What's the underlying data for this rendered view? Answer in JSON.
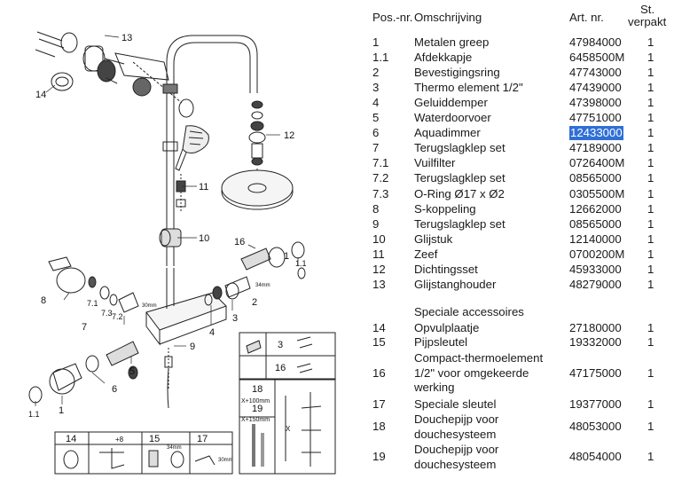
{
  "header": {
    "pos": "Pos.-nr.",
    "desc": "Omschrijving",
    "art": "Art. nr.",
    "qty1": "St.",
    "qty2": "verpakt"
  },
  "parts": [
    {
      "pos": "1",
      "desc": "Metalen greep",
      "art": "47984000",
      "qty": "1"
    },
    {
      "pos": "1.1",
      "desc": "Afdekkapje",
      "art": "6458500M",
      "qty": "1"
    },
    {
      "pos": "2",
      "desc": "Bevestigingsring",
      "art": "47743000",
      "qty": "1"
    },
    {
      "pos": "3",
      "desc": "Thermo element 1/2\"",
      "art": "47439000",
      "qty": "1"
    },
    {
      "pos": "4",
      "desc": "Geluiddemper",
      "art": "47398000",
      "qty": "1"
    },
    {
      "pos": "5",
      "desc": "Waterdoorvoer",
      "art": "47751000",
      "qty": "1"
    },
    {
      "pos": "6",
      "desc": "Aquadimmer",
      "art": "12433000",
      "qty": "1",
      "highlighted": true
    },
    {
      "pos": "7",
      "desc": "Terugslagklep set",
      "art": "47189000",
      "qty": "1"
    },
    {
      "pos": "7.1",
      "desc": "Vuilfilter",
      "art": "0726400M",
      "qty": "1"
    },
    {
      "pos": "7.2",
      "desc": "Terugslagklep set",
      "art": "08565000",
      "qty": "1"
    },
    {
      "pos": "7.3",
      "desc": "O-Ring Ø17 x Ø2",
      "art": "0305500M",
      "qty": "1"
    },
    {
      "pos": "8",
      "desc": "S-koppeling",
      "art": "12662000",
      "qty": "1"
    },
    {
      "pos": "9",
      "desc": "Terugslagklep set",
      "art": "08565000",
      "qty": "1"
    },
    {
      "pos": "10",
      "desc": "Glijstuk",
      "art": "12140000",
      "qty": "1"
    },
    {
      "pos": "11",
      "desc": "Zeef",
      "art": "0700200M",
      "qty": "1"
    },
    {
      "pos": "12",
      "desc": "Dichtingsset",
      "art": "45933000",
      "qty": "1"
    },
    {
      "pos": "13",
      "desc": "Glijstanghouder",
      "art": "48279000",
      "qty": "1"
    }
  ],
  "accessories_title": "Speciale accessoires",
  "accessories": [
    {
      "pos": "14",
      "desc": [
        "Opvulplaatje"
      ],
      "art": "27180000",
      "qty": "1"
    },
    {
      "pos": "15",
      "desc": [
        "Pijpsleutel"
      ],
      "art": "19332000",
      "qty": "1"
    },
    {
      "pos": "16",
      "desc": [
        "Compact-thermoelement",
        "1/2\" voor omgekeerde",
        "werking"
      ],
      "art": "47175000",
      "qty": "1"
    },
    {
      "pos": "17",
      "desc": [
        "Speciale sleutel"
      ],
      "art": "19377000",
      "qty": "1"
    },
    {
      "pos": "18",
      "desc": [
        "Douchepijp voor",
        "douchesysteem"
      ],
      "art": "48053000",
      "qty": "1"
    },
    {
      "pos": "19",
      "desc": [
        "Douchepijp voor",
        "douchesysteem"
      ],
      "art": "48054000",
      "qty": "1"
    }
  ],
  "diagram_labels": {
    "callouts": [
      "13",
      "14",
      "12",
      "11",
      "10",
      "16",
      "1",
      "1.1",
      "2",
      "3",
      "34mm",
      "8",
      "7.1",
      "7.3",
      "7.2",
      "7",
      "30mm",
      "4",
      "5",
      "9",
      "6",
      "1.1",
      "1"
    ],
    "box_a": [
      "3",
      "16"
    ],
    "box_b": [
      "18",
      "X+100mm",
      "19",
      "X+150mm",
      "X"
    ],
    "box_c": [
      "14",
      "+8",
      "15",
      "34mm",
      "17",
      "30mm"
    ]
  }
}
